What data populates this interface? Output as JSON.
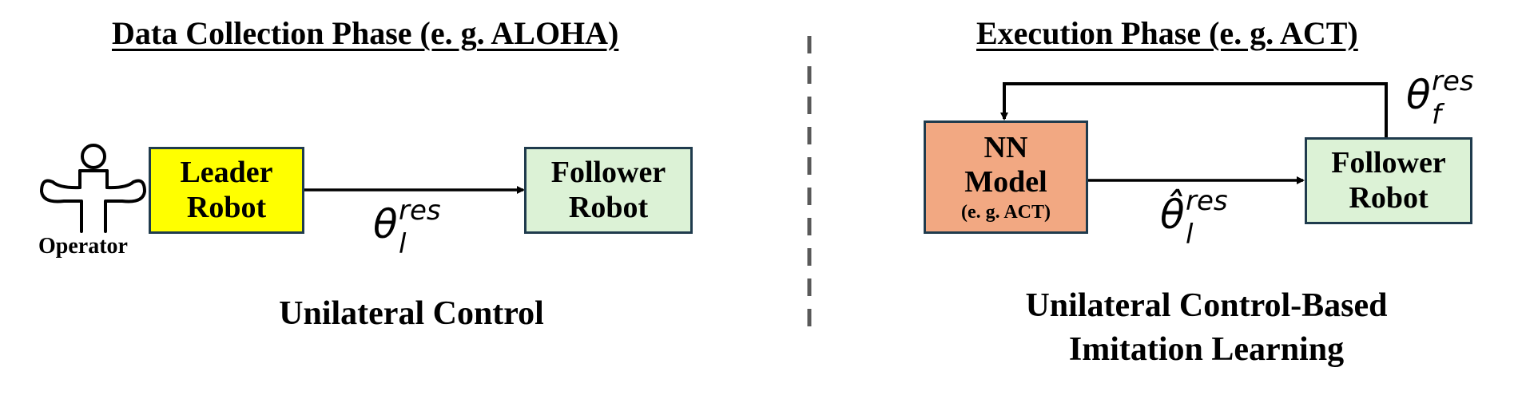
{
  "left_panel": {
    "title": "Data Collection Phase (e. g. ALOHA)",
    "operator_label": "Operator",
    "leader_box": {
      "line1": "Leader",
      "line2": "Robot"
    },
    "follower_box": {
      "line1": "Follower",
      "line2": "Robot"
    },
    "signal": {
      "base": "θ",
      "sup": "res",
      "sub": "l"
    },
    "caption": "Unilateral Control"
  },
  "right_panel": {
    "title": "Execution Phase (e. g. ACT)",
    "model_box": {
      "line1": "NN",
      "line2": "Model",
      "line3": "(e. g. ACT)"
    },
    "follower_box": {
      "line1": "Follower",
      "line2": "Robot"
    },
    "predicted_signal": {
      "base": "θ̂",
      "sup": "res",
      "sub": "l"
    },
    "feedback_signal": {
      "base": "θ",
      "sup": "res",
      "sub": "f"
    },
    "caption_line1": "Unilateral Control-Based",
    "caption_line2": "Imitation Learning"
  },
  "colors": {
    "leader_fill": "#ffff00",
    "follower_fill": "#dcf2d6",
    "model_fill": "#f2a882",
    "border": "#1f3b4d",
    "divider": "#595959"
  }
}
